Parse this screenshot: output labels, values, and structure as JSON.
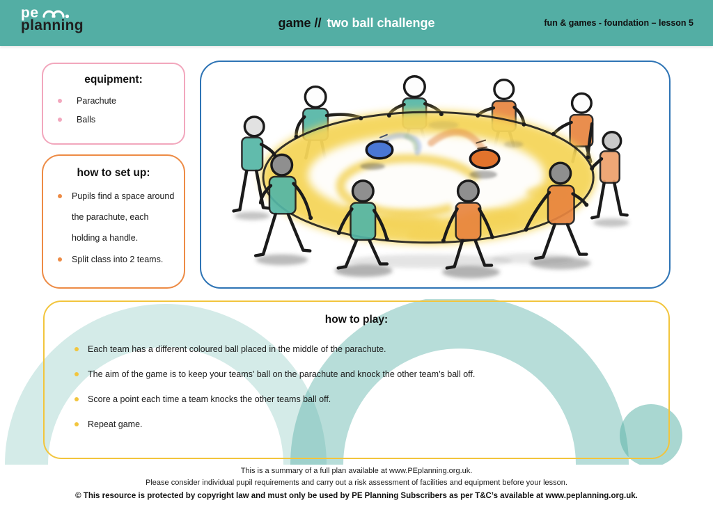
{
  "header": {
    "logo_pe": "pe",
    "logo_planning": "planning",
    "title_prefix": "game //",
    "title_main": "two ball challenge",
    "lesson_info": "fun & games - foundation – lesson 5"
  },
  "equipment": {
    "heading": "equipment:",
    "items": [
      "Parachute",
      "Balls"
    ]
  },
  "setup": {
    "heading": "how to set up:",
    "items": [
      "Pupils find a space around the parachute, each holding a handle.",
      "Split class into 2 teams."
    ]
  },
  "play": {
    "heading": "how to play:",
    "items": [
      "Each team has a different coloured ball placed in the middle of the parachute.",
      "The aim of the game is to keep your teams’ ball on the parachute and knock the other team’s ball off.",
      "Score a point each time a team knocks the other teams ball off.",
      "Repeat game."
    ]
  },
  "footer": {
    "line1": "This is a summary of a full plan available at www.PEplanning.org.uk.",
    "line2": "Please consider individual pupil requirements and carry out a risk assessment of facilities and equipment before your lesson.",
    "line3": "© This resource is protected by copyright law and must only be used by PE Planning Subscribers as per T&C’s available at www.peplanning.org.uk."
  },
  "illustration": {
    "description": "Children in teal and orange shirts standing in a circle holding a yellow parachute with a blue ball and an orange ball rolling on top"
  },
  "colors": {
    "header_teal": "#53AEA4",
    "equipment_pink": "#F2A7BD",
    "setup_orange": "#ED8B45",
    "illustration_blue": "#2E74B5",
    "play_yellow": "#F2C53D",
    "watermark_teal": "#54AFA4",
    "ball_blue": "#4A77D4",
    "ball_orange": "#E2732C",
    "shirt_teal": "#54B6A6",
    "shirt_orange": "#E8853F",
    "parachute_yellow": "#F5D55A",
    "text_dark": "#1A1A1A"
  }
}
